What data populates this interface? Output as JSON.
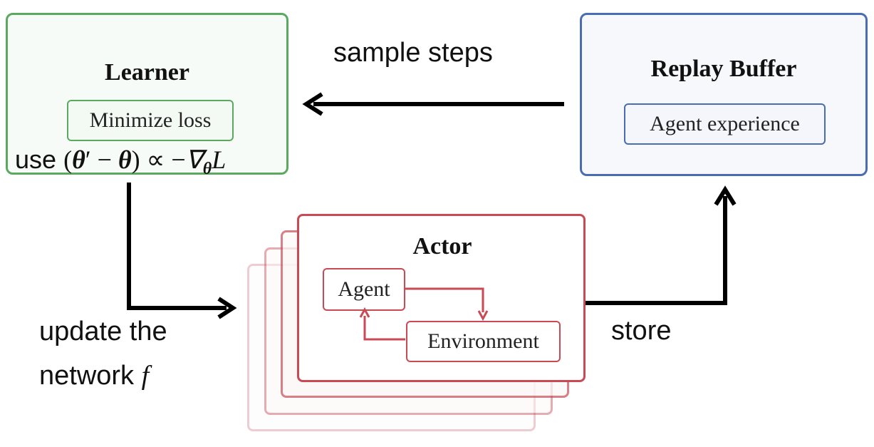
{
  "learner": {
    "title": "Learner",
    "inner_label": "Minimize loss",
    "equation_prefix": "use",
    "equation": "(θ′ − θ) ∝ −∇θL"
  },
  "replay_buffer": {
    "title": "Replay Buffer",
    "inner_label": "Agent experience"
  },
  "actor": {
    "title": "Actor",
    "agent_label": "Agent",
    "environment_label": "Environment"
  },
  "edges": {
    "sample_label": "sample steps",
    "store_label": "store",
    "update_label_line1": "update the",
    "update_label_line2_prefix": "network",
    "update_label_var": "f"
  },
  "colors": {
    "learner": "#5aa95f",
    "replay": "#4a6cb3",
    "actor": "#c94a55",
    "arrow": "#000000"
  }
}
